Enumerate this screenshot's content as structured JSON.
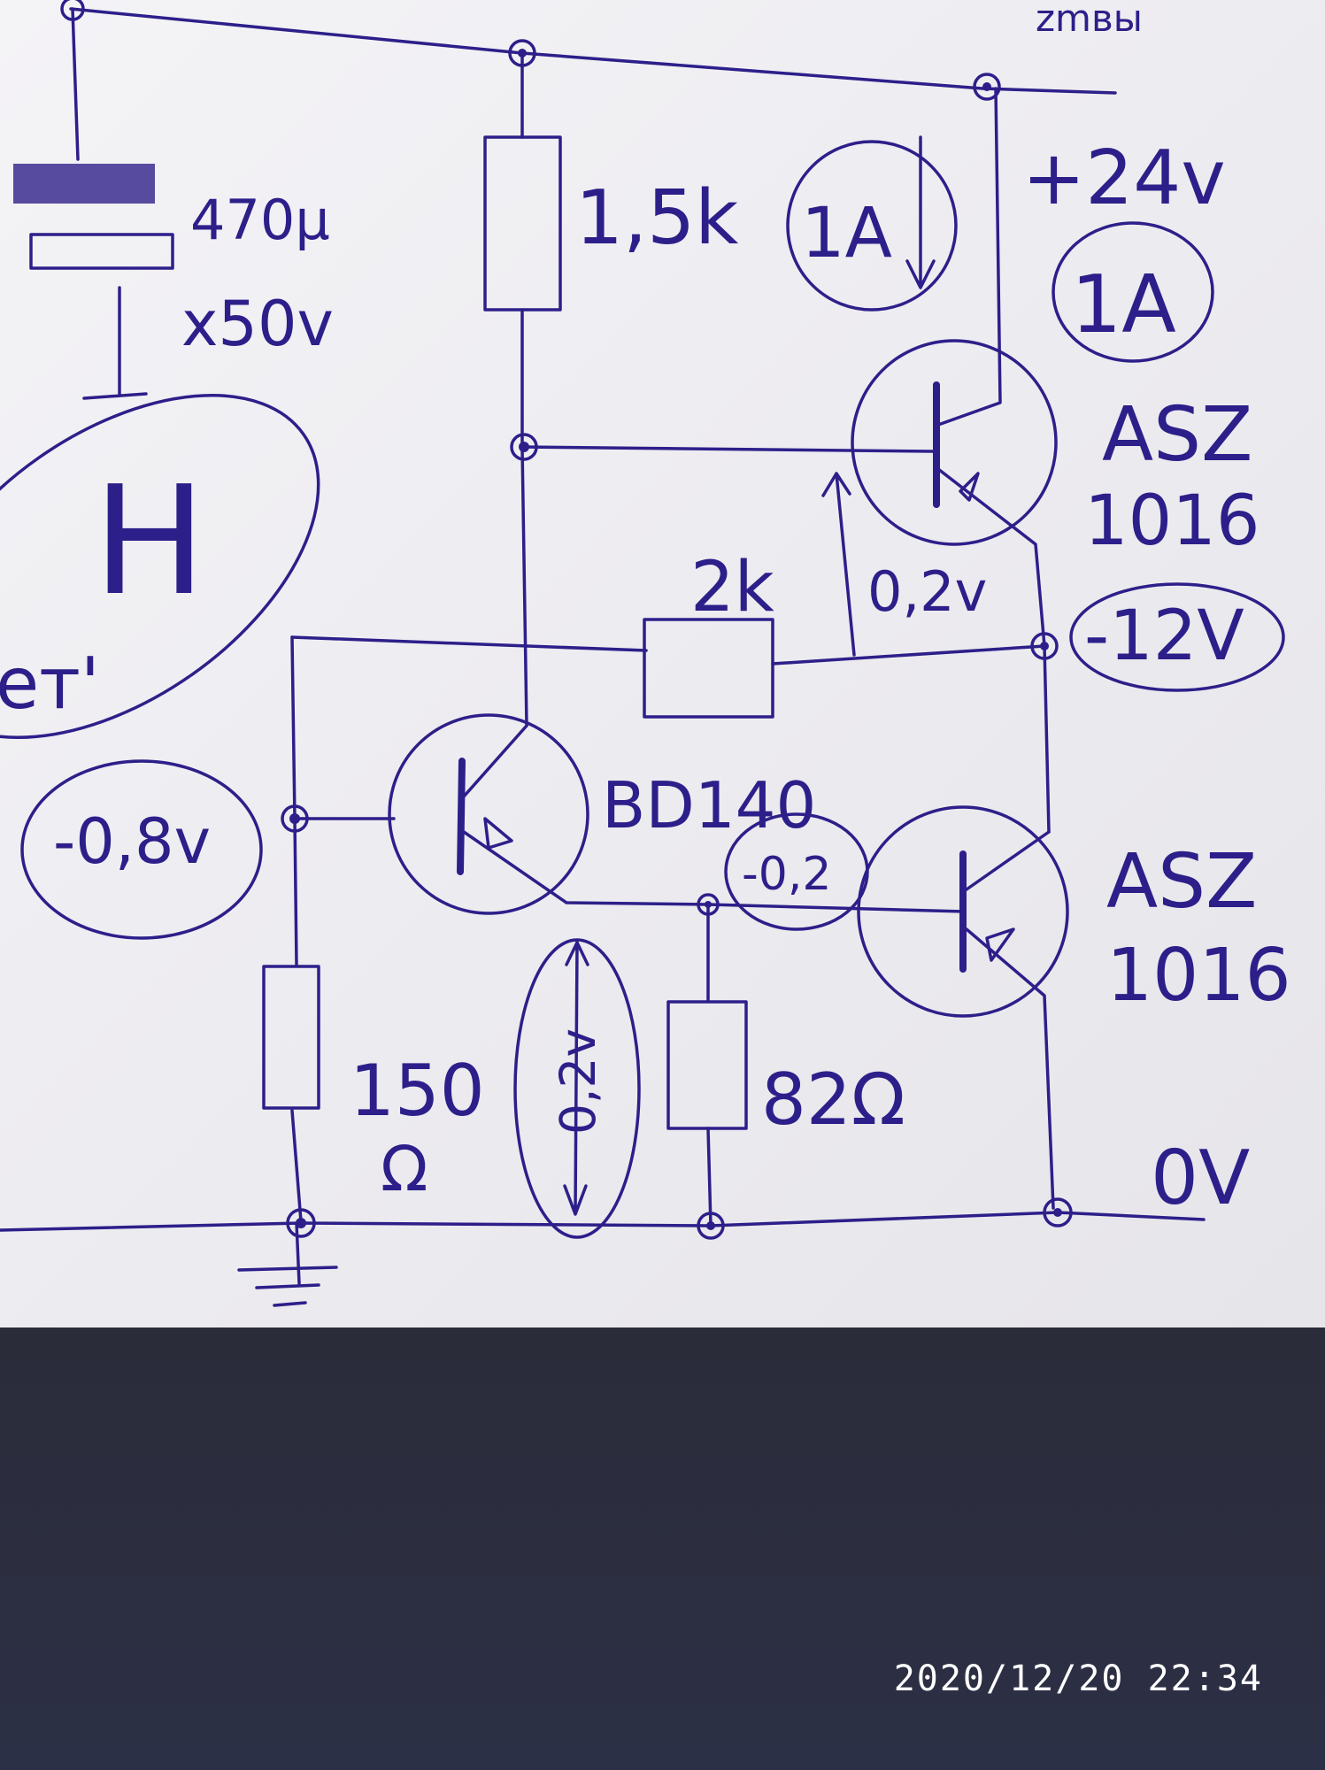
{
  "schematic": {
    "labels": {
      "capacitor_value": "470μ",
      "capacitor_voltage": "x50v",
      "letter_h": "H",
      "partial_text": "ет'",
      "r_top_value": "1,5k",
      "current_1": "1A",
      "current_2": "1A",
      "supply_voltage": "+24v",
      "transistor_top_type": "ASZ",
      "transistor_top_num": "1016",
      "r_mid_value": "2k",
      "voltage_02": "0,2v",
      "voltage_12": "-12V",
      "voltage_08": "-0,8v",
      "transistor_mid_type": "BD140",
      "voltage_minus02": "-0,2",
      "transistor_bot_type": "ASZ",
      "transistor_bot_num": "1016",
      "r_left_value": "150",
      "r_left_unit": "Ω",
      "voltage_small": "0,2v",
      "r_right_value": "82Ω",
      "ground_voltage": "0V",
      "top_scribble": "zmвы"
    },
    "colors": {
      "ink": "#2d1f8a",
      "paper": "#f1f0f4"
    }
  },
  "timestamp": "2020/12/20  22:34"
}
